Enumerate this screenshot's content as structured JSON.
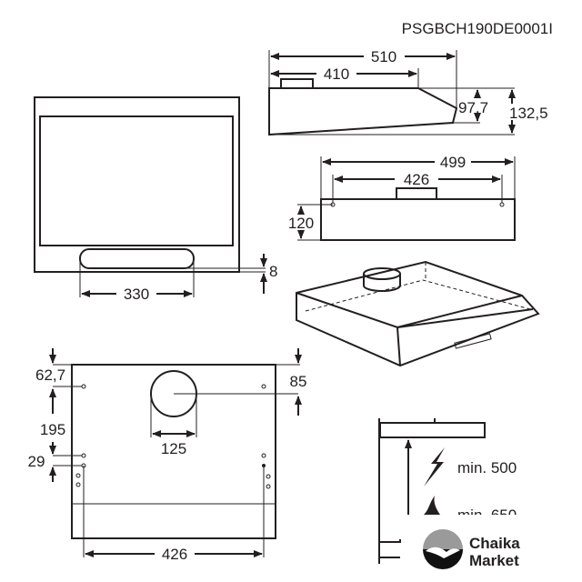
{
  "doc_code": "PSGBCH190DE0001I",
  "side_view": {
    "total_depth": "510",
    "top_depth": "410",
    "front_height": "97,7",
    "total_height": "132,5"
  },
  "front_view": {
    "width": "499",
    "hole_spacing": "426",
    "hole_height": "120"
  },
  "top_view": {
    "filter_width": "330",
    "gap": "8"
  },
  "bottom_view": {
    "hole_offset_top": "62,7",
    "duct_offset": "85",
    "duct_diameter": "125",
    "hole_vertical_spacing": "195",
    "hole_small_spacing": "29",
    "hole_spacing": "426"
  },
  "installation": {
    "electric_min": "min. 500",
    "gas_min": "min. 650"
  },
  "watermark": {
    "line1": "Chaika",
    "line2": "Market"
  }
}
